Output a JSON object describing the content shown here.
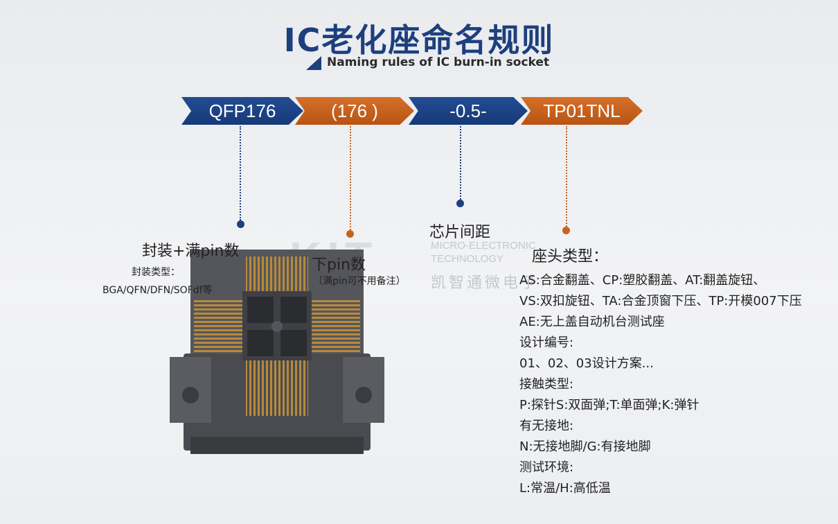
{
  "header": {
    "title": "IC老化座命名规则",
    "subtitle": "Naming rules of IC  burn-in socket"
  },
  "segments": [
    {
      "text": "QFP176",
      "color": "#1d3f7e"
    },
    {
      "text": "(176 )",
      "color": "#c6631f"
    },
    {
      "text": "-0.5-",
      "color": "#1d3f7e"
    },
    {
      "text": "TP01TNL",
      "color": "#c6631f"
    }
  ],
  "labels": {
    "package_title": "封装+满pin数",
    "package_types_label": "封装类型：",
    "package_types": "BGA/QFN/DFN/SOFdf等",
    "lower_pin_title": "下pin数",
    "lower_pin_note": "（满pin可不用备注）",
    "pitch_title": "芯片间距",
    "head_type_title": "座头类型："
  },
  "watermark": {
    "logo": "KIT",
    "english_line1": "MICRO-ELECTRONIC",
    "english_line2": "TECHNOLOGY",
    "chinese": "凯智通微电子"
  },
  "info_lines": [
    "AS:合金翻盖、CP:塑胶翻盖、AT:翻盖旋钮、",
    "VS:双扣旋钮、TA:合金顶窗下压、TP:开模007下压",
    "AE:无上盖自动机台测试座",
    "设计编号:",
    "01、02、03设计方案...",
    "接触类型:",
    "P:探针S:双面弹;T:单面弹;K:弹针",
    "有无接地:",
    "N:无接地脚/G:有接地脚",
    "测试环境:",
    "L:常温/H:高低温"
  ]
}
